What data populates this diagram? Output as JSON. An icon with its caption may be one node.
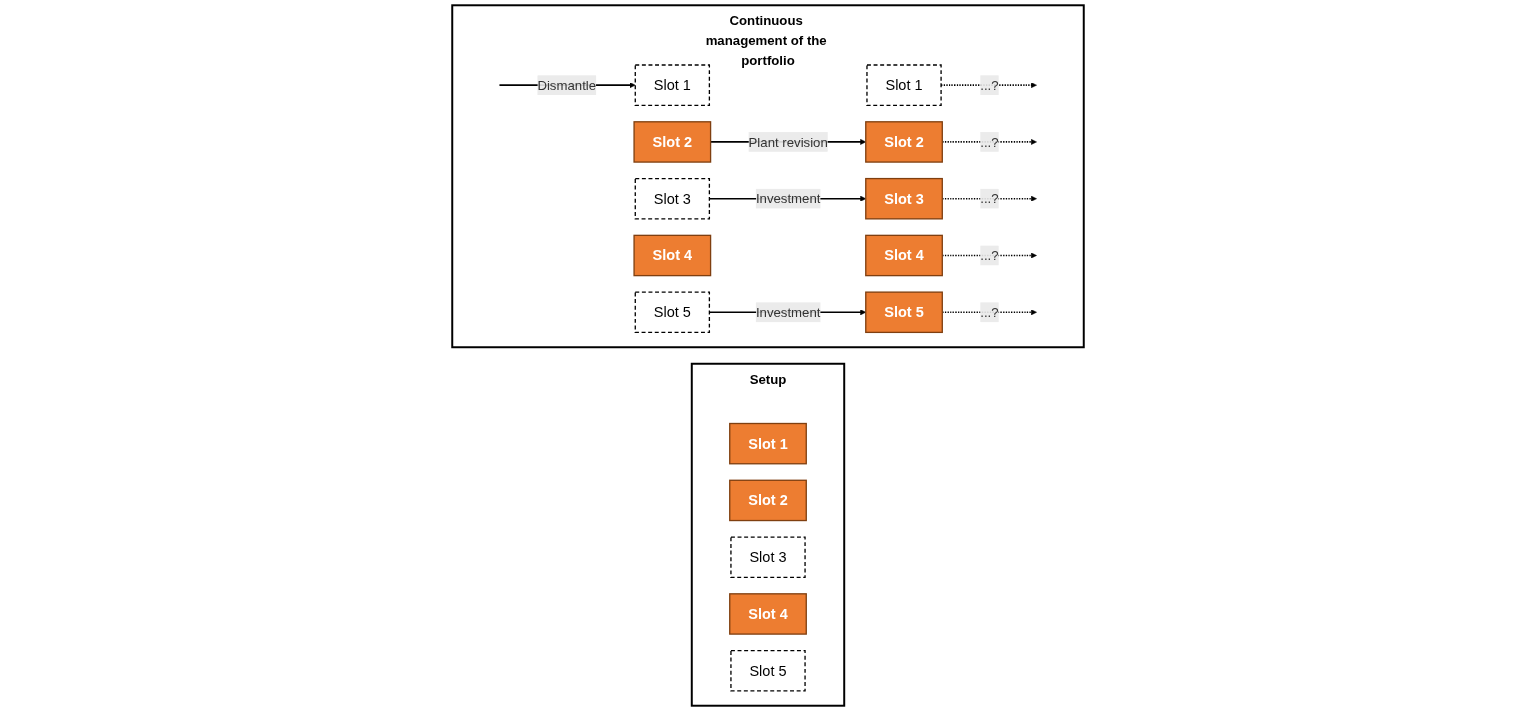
{
  "diagram": {
    "nodes": [
      {
        "text": [
          "Setup"
        ]
      },
      {
        "text": [
          "Slot 1"
        ],
        "in": 0
      },
      {
        "text": [
          "Slot 2"
        ],
        "in": 0
      },
      {
        "text": [
          "Slot 3"
        ],
        "in": 0
      },
      {
        "text": [
          "Slot 4"
        ],
        "in": 0
      },
      {
        "text": [
          "Slot 5"
        ],
        "in": 0
      },
      {
        "text": [
          "Continuous management of the portfolio"
        ]
      },
      {
        "text": [
          "Slot 1"
        ],
        "in": 6
      },
      {
        "text": [
          "Slot 2"
        ],
        "in": 6
      },
      {
        "text": [
          "Slot 3"
        ],
        "in": 6
      },
      {
        "text": [
          "Slot 4"
        ],
        "in": 6
      },
      {
        "text": [
          "Slot 5"
        ],
        "in": 6
      },
      {
        "text": [
          "Slot 1"
        ],
        "in": 6
      },
      {
        "text": [
          "Slot 2"
        ],
        "in": 6
      },
      {
        "text": [
          "Slot 3"
        ],
        "in": 6
      },
      {
        "text": [
          "Slot 4"
        ],
        "in": 6
      },
      {
        "text": [
          "Slot 5"
        ],
        "in": 6
      }
    ],
    "edges": [
      {
        "from": null,
        "to": 7,
        "arrow": "to",
        "label": "Dismantle"
      },
      {
        "from": 8,
        "to": 13,
        "arrow": "to",
        "label": "Plant revision"
      },
      {
        "from": 9,
        "to": 14,
        "arrow": "to",
        "label": "Investment"
      },
      {
        "from": 11,
        "to": 16,
        "arrow": "to",
        "label": "Investment"
      },
      {
        "from": 12,
        "to": null,
        "arrow": "to",
        "label": "...?",
        "style": "dashed"
      },
      {
        "from": 13,
        "to": null,
        "arrow": "to",
        "label": "...?",
        "style": "dashed"
      },
      {
        "from": 14,
        "to": null,
        "arrow": "to",
        "label": "...?",
        "style": "dashed"
      },
      {
        "from": 15,
        "to": null,
        "arrow": "to",
        "label": "...?",
        "style": "dashed"
      },
      {
        "from": 16,
        "to": null,
        "arrow": "to",
        "label": "...?",
        "style": "dashed"
      }
    ]
  }
}
